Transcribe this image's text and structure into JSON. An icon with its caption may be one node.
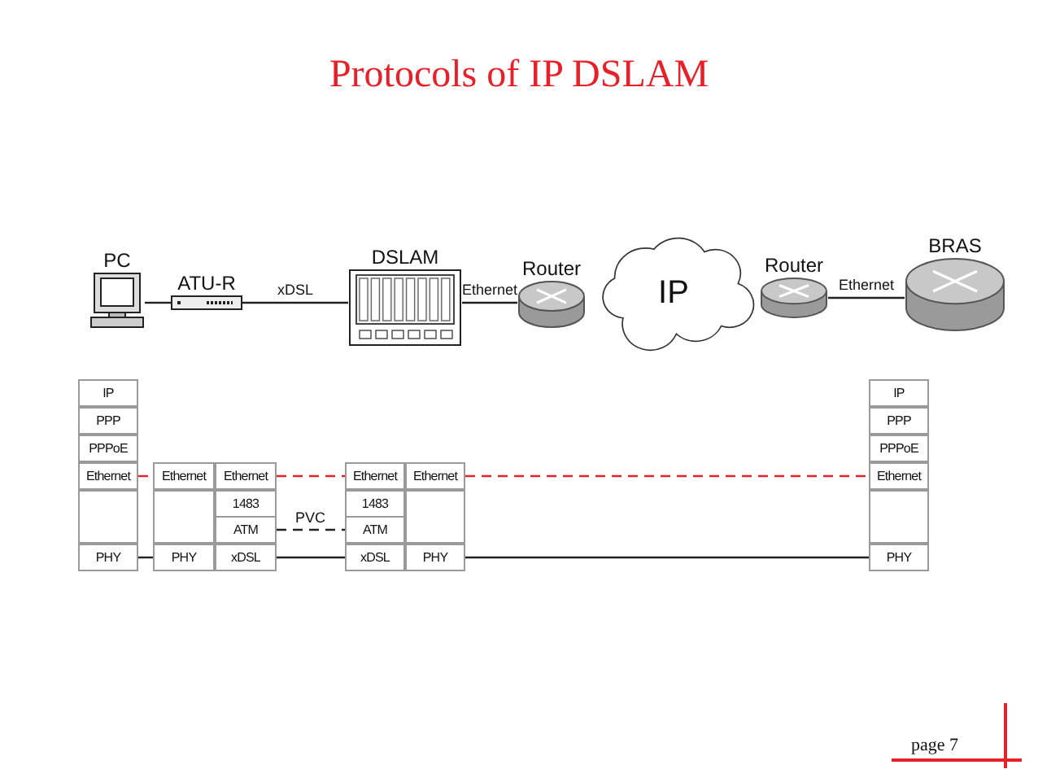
{
  "diagram": {
    "title": "Protocols of IP DSLAM",
    "nodes": [
      {
        "text": [
          "PC"
        ]
      },
      {
        "text": [
          "ATU-R"
        ]
      },
      {
        "text": [
          "DSLAM"
        ]
      },
      {
        "text": [
          "Router"
        ]
      },
      {
        "text": [
          "IP"
        ]
      },
      {
        "text": [
          "Router"
        ]
      },
      {
        "text": [
          "BRAS"
        ]
      },
      {
        "text": [
          "IP"
        ]
      },
      {
        "text": [
          "PPP"
        ]
      },
      {
        "text": [
          "PPPoE"
        ]
      },
      {
        "text": [
          "Ethernet"
        ]
      },
      {
        "text": [],
        "shape": "box"
      },
      {
        "text": [
          "PHY"
        ]
      },
      {
        "text": [
          "Ethernet"
        ]
      },
      {
        "text": [
          "Ethernet"
        ]
      },
      {
        "text": [],
        "shape": "box"
      },
      {
        "text": [
          "1483"
        ]
      },
      {
        "text": [
          "ATM"
        ]
      },
      {
        "text": [
          "PHY"
        ]
      },
      {
        "text": [
          "xDSL"
        ]
      },
      {
        "text": [
          "Ethernet"
        ]
      },
      {
        "text": [
          "Ethernet"
        ]
      },
      {
        "text": [
          "1483"
        ]
      },
      {
        "text": [],
        "shape": "box"
      },
      {
        "text": [
          "ATM"
        ]
      },
      {
        "text": [
          "xDSL"
        ]
      },
      {
        "text": [
          "PHY"
        ]
      },
      {
        "text": [
          "IP"
        ]
      },
      {
        "text": [
          "PPP"
        ]
      },
      {
        "text": [
          "PPPoE"
        ]
      },
      {
        "text": [
          "Ethernet"
        ]
      },
      {
        "text": [],
        "shape": "box"
      },
      {
        "text": [
          "PHY"
        ]
      }
    ],
    "edges": [
      {
        "from": 0,
        "to": 1,
        "arrow": "none"
      },
      {
        "from": 1,
        "to": 2,
        "arrow": "none",
        "label": "xDSL"
      },
      {
        "from": 2,
        "to": 3,
        "arrow": "none",
        "label": "Ethernet"
      },
      {
        "from": 5,
        "to": 6,
        "arrow": "none",
        "label": "Ethernet"
      },
      {
        "from": 10,
        "to": 13,
        "arrow": "none",
        "style": "dashed",
        "color": "#e8202a"
      },
      {
        "from": 14,
        "to": 20,
        "arrow": "none",
        "style": "dashed",
        "color": "#e8202a"
      },
      {
        "from": 21,
        "to": 30,
        "arrow": "none",
        "style": "dashed",
        "color": "#e8202a"
      },
      {
        "from": 17,
        "to": 24,
        "arrow": "none",
        "style": "dashed",
        "label": "PVC"
      },
      {
        "from": 12,
        "to": 18,
        "arrow": "none"
      },
      {
        "from": 19,
        "to": 25,
        "arrow": "none"
      },
      {
        "from": 26,
        "to": 32,
        "arrow": "none"
      }
    ],
    "labels": [
      "page 7"
    ]
  }
}
